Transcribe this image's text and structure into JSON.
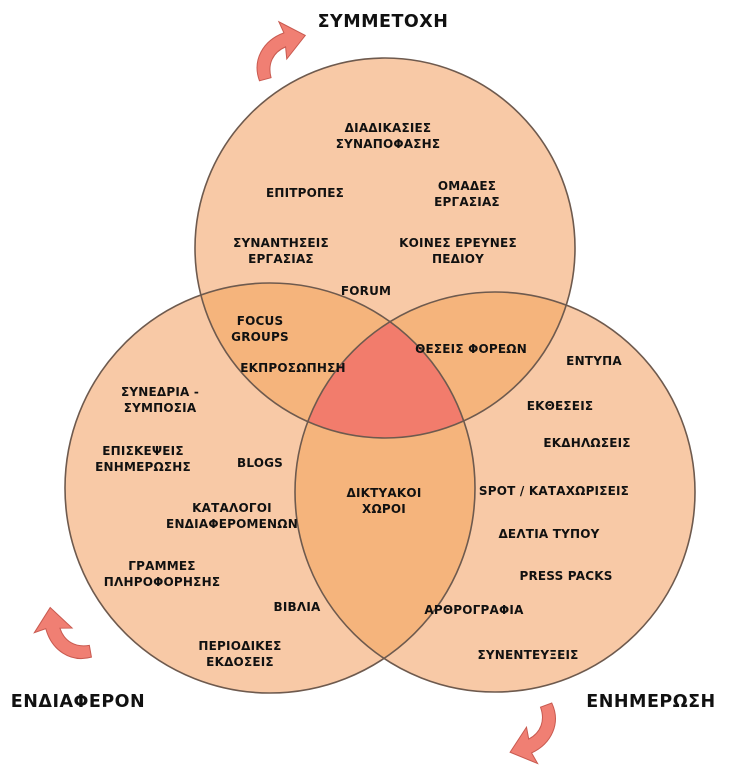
{
  "titles": {
    "top": "ΣΥΜΜΕΤΟΧΗ",
    "left": "ΕΝΔΙΑΦΕΡΟΝ",
    "right": "ΕΝΗΜΕΡΩΣΗ"
  },
  "colors": {
    "circle_fill": "#f8c9a6",
    "pair_overlap": "#f5b47c",
    "center_overlap": "#f27c6c",
    "outline": "#6e5a4e",
    "arrow": "#f07f73"
  },
  "participation": {
    "item1": [
      "ΔΙΑΔΙΚΑΣΙΕΣ",
      "ΣΥΝΑΠΟΦΑΣΗΣ"
    ],
    "item2": [
      "ΕΠΙΤΡΟΠΕΣ"
    ],
    "item3": [
      "ΟΜΑΔΕΣ",
      "ΕΡΓΑΣΙΑΣ"
    ],
    "item4": [
      "ΣΥΝΑΝΤΗΣΕΙΣ",
      "ΕΡΓΑΣΙΑΣ"
    ],
    "item5": [
      "ΚΟΙΝΕΣ ΕΡΕΥΝΕΣ",
      "ΠΕΔΙΟΥ"
    ],
    "item6": [
      "FORUM"
    ]
  },
  "overlap_participation_interest": {
    "item1": [
      "FOCUS",
      "GROUPS"
    ],
    "item2": [
      "ΕΚΠΡΟΣΩΠΗΣΗ"
    ]
  },
  "overlap_participation_information": {
    "item1": [
      "ΘΕΣΕΙΣ ΦΟΡΕΩΝ"
    ]
  },
  "overlap_interest_information": {
    "item1": [
      "ΔΙΚΤΥΑΚΟΙ",
      "ΧΩΡΟΙ"
    ]
  },
  "interest": {
    "item1": [
      "ΣΥΝΕΔΡΙΑ -",
      "ΣΥΜΠΟΣΙΑ"
    ],
    "item2": [
      "ΕΠΙΣΚΕΨΕΙΣ",
      "ΕΝΗΜΕΡΩΣΗΣ"
    ],
    "item3": [
      "BLOGS"
    ],
    "item4": [
      "ΚΑΤΑΛΟΓΟΙ",
      "ΕΝΔΙΑΦΕΡΟΜΕΝΩΝ"
    ],
    "item5": [
      "ΓΡΑΜΜΕΣ",
      "ΠΛΗΡΟΦΟΡΗΣΗΣ"
    ],
    "item6": [
      "ΒΙΒΛΙΑ"
    ],
    "item7": [
      "ΠΕΡΙΟΔΙΚΕΣ",
      "ΕΚΔΟΣΕΙΣ"
    ]
  },
  "information": {
    "item1": [
      "ΕΝΤΥΠΑ"
    ],
    "item2": [
      "ΕΚΘΕΣΕΙΣ"
    ],
    "item3": [
      "ΕΚΔΗΛΩΣΕΙΣ"
    ],
    "item4": [
      "SPOT / ΚΑΤΑΧΩΡΙΣΕΙΣ"
    ],
    "item5": [
      "ΔΕΛΤΙΑ ΤΥΠΟΥ"
    ],
    "item6": [
      "PRESS PACKS"
    ],
    "item7": [
      "ΑΡΘΡΟΓΡΑΦΙΑ"
    ],
    "item8": [
      "ΣΥΝΕΝΤΕΥΞΕΙΣ"
    ]
  }
}
